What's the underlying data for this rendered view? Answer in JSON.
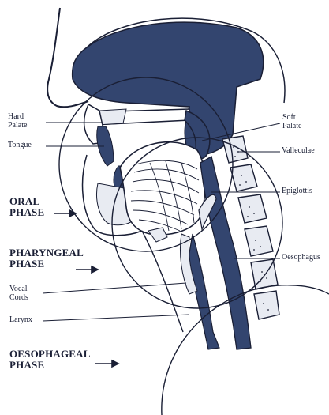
{
  "labels": {
    "hard_palate": [
      "Hard",
      "Palate"
    ],
    "soft_palate": [
      "Soft",
      "Palate"
    ],
    "tongue": "Tongue",
    "valleculae": "Valleculae",
    "epiglottis": "Epiglottis",
    "oesophagus": "Oesophagus",
    "vocal_cords": [
      "Vocal",
      "Cords"
    ],
    "larynx": "Larynx"
  },
  "phases": {
    "oral": [
      "ORAL",
      "PHASE"
    ],
    "pharyngeal": [
      "PHARYNGEAL",
      "PHASE"
    ],
    "oesophageal": [
      "OESOPHAGEAL",
      "PHASE"
    ]
  },
  "colors": {
    "ink": "#1a1f35",
    "tissue": "#33456f",
    "paper": "#ffffff"
  }
}
